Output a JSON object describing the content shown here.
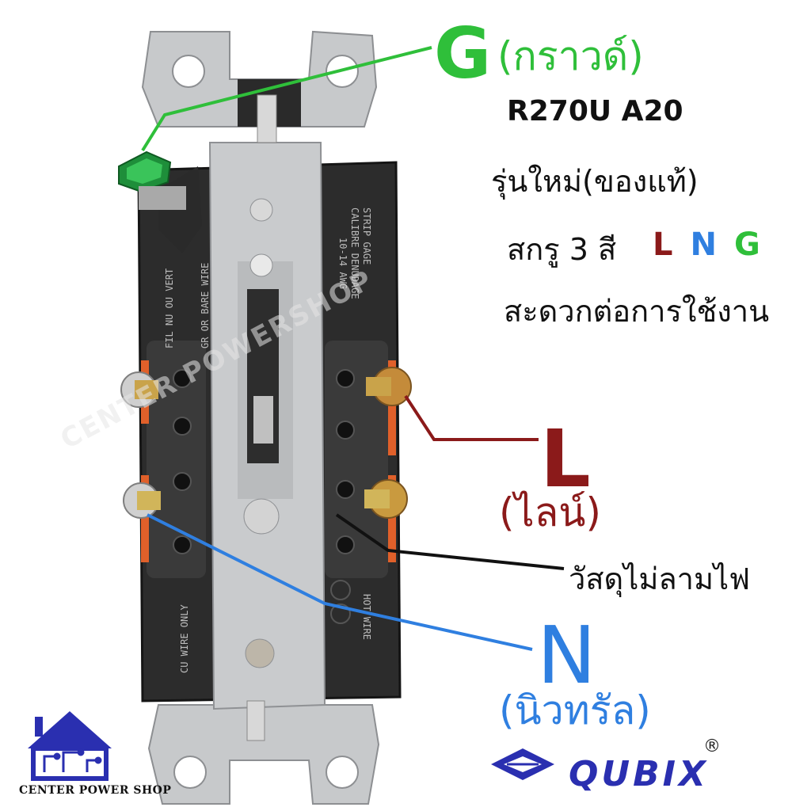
{
  "labels": {
    "g_letter": "G",
    "g_thai": "(กราวด์)",
    "model": "R270U A20",
    "new_model": "รุ่นใหม่(ของแท้)",
    "screw_colors": "สกรู 3 สี",
    "lng": [
      "L",
      "N",
      "G"
    ],
    "convenient": "สะดวกต่อการใช้งาน",
    "l_letter": "L",
    "l_thai": "(ไลน์)",
    "material": "วัสดุไม่ลามไฟ",
    "n_letter": "N",
    "n_thai": "(นิวทรัล)",
    "shop_name": "CENTER POWER SHOP",
    "brand": "QUBIX",
    "registered": "®",
    "watermark": "CENTER POWERSHOP"
  },
  "device_text": {
    "strip_gage": "STRIP GAGE",
    "calibre": "CALIBRE DENUDAGE",
    "awg": "10-14 AWG",
    "gr_bare": "GR OR BARE WIRE",
    "fil_nu": "FIL NU OU VERT",
    "cu_wire": "CU WIRE ONLY",
    "hot_wire": "HOT WIRE"
  },
  "colors": {
    "ground": "#2fbf3a",
    "line": "#8b1a1a",
    "neutral": "#2f7fe0",
    "black_line": "#111111",
    "brand_blue": "#2a2fb0",
    "plate_silver": "#c9cbcd",
    "body_black": "#2a2a2a"
  },
  "icons": [
    "house-circuit-logo-icon",
    "qubix-logo-icon",
    "ground-screw-icon",
    "terminal-screw-icon"
  ]
}
